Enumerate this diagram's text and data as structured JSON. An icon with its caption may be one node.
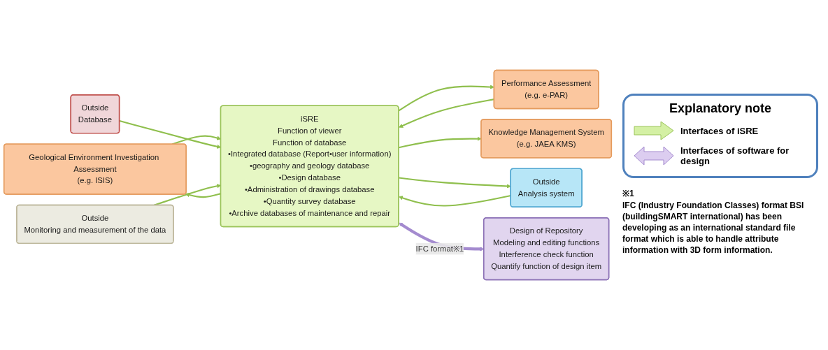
{
  "diagram": {
    "nodes": [
      {
        "text": [
          "Geological Environment Investigation Assessment",
          "(e.g. ISIS)"
        ]
      },
      {
        "text": [
          "Performance Assessment",
          "(e.g. e-PAR)"
        ]
      },
      {
        "text": [
          "Knowledge Management System",
          "(e.g. JAEA KMS)"
        ]
      },
      {
        "text": [
          "iSRE",
          "Function of viewer",
          "Function of database",
          "•Integrated database (Report•user information)",
          "•geography and geology database",
          "•Design database",
          "•Administration of drawings database",
          "•Quantity survey database",
          "•Archive databases of maintenance and repair"
        ]
      },
      {
        "text": [
          "Outside",
          "Analysis system"
        ]
      },
      {
        "text": [
          "Outside",
          "Database"
        ]
      },
      {
        "text": [
          "Outside",
          "Monitoring and measurement of the data"
        ]
      },
      {
        "text": [
          "Design of Repository",
          "Modeling and editing functions",
          "Interference check function",
          "Quantify function of design item"
        ]
      }
    ],
    "edges": [
      {
        "from": 0,
        "to": 3,
        "arrow": "to"
      },
      {
        "from": 3,
        "to": 0,
        "arrow": "to"
      },
      {
        "from": 1,
        "to": 3,
        "arrow": "to"
      },
      {
        "from": 3,
        "to": 1,
        "arrow": "to"
      },
      {
        "from": 3,
        "to": 2,
        "arrow": "to"
      },
      {
        "from": 3,
        "to": 4,
        "arrow": "to"
      },
      {
        "from": 4,
        "to": 3,
        "arrow": "to"
      },
      {
        "from": 5,
        "to": 3,
        "arrow": "to"
      },
      {
        "from": 6,
        "to": 3,
        "arrow": "to"
      },
      {
        "from": 3,
        "to": 7,
        "arrow": "both",
        "label": "IFC format※1",
        "style": "thick",
        "color": "#a48bcf"
      }
    ],
    "labels": [
      "Explanatory note",
      "※1",
      "IFC (Industry Foundation Classes) format BSI (buildingSMART international) has been developing as an international standard file format which is able to handle attribute information with 3D form information."
    ],
    "legend": [
      {
        "text": "Interfaces of iSRE"
      },
      {
        "text": "Interfaces of software for design"
      }
    ]
  }
}
